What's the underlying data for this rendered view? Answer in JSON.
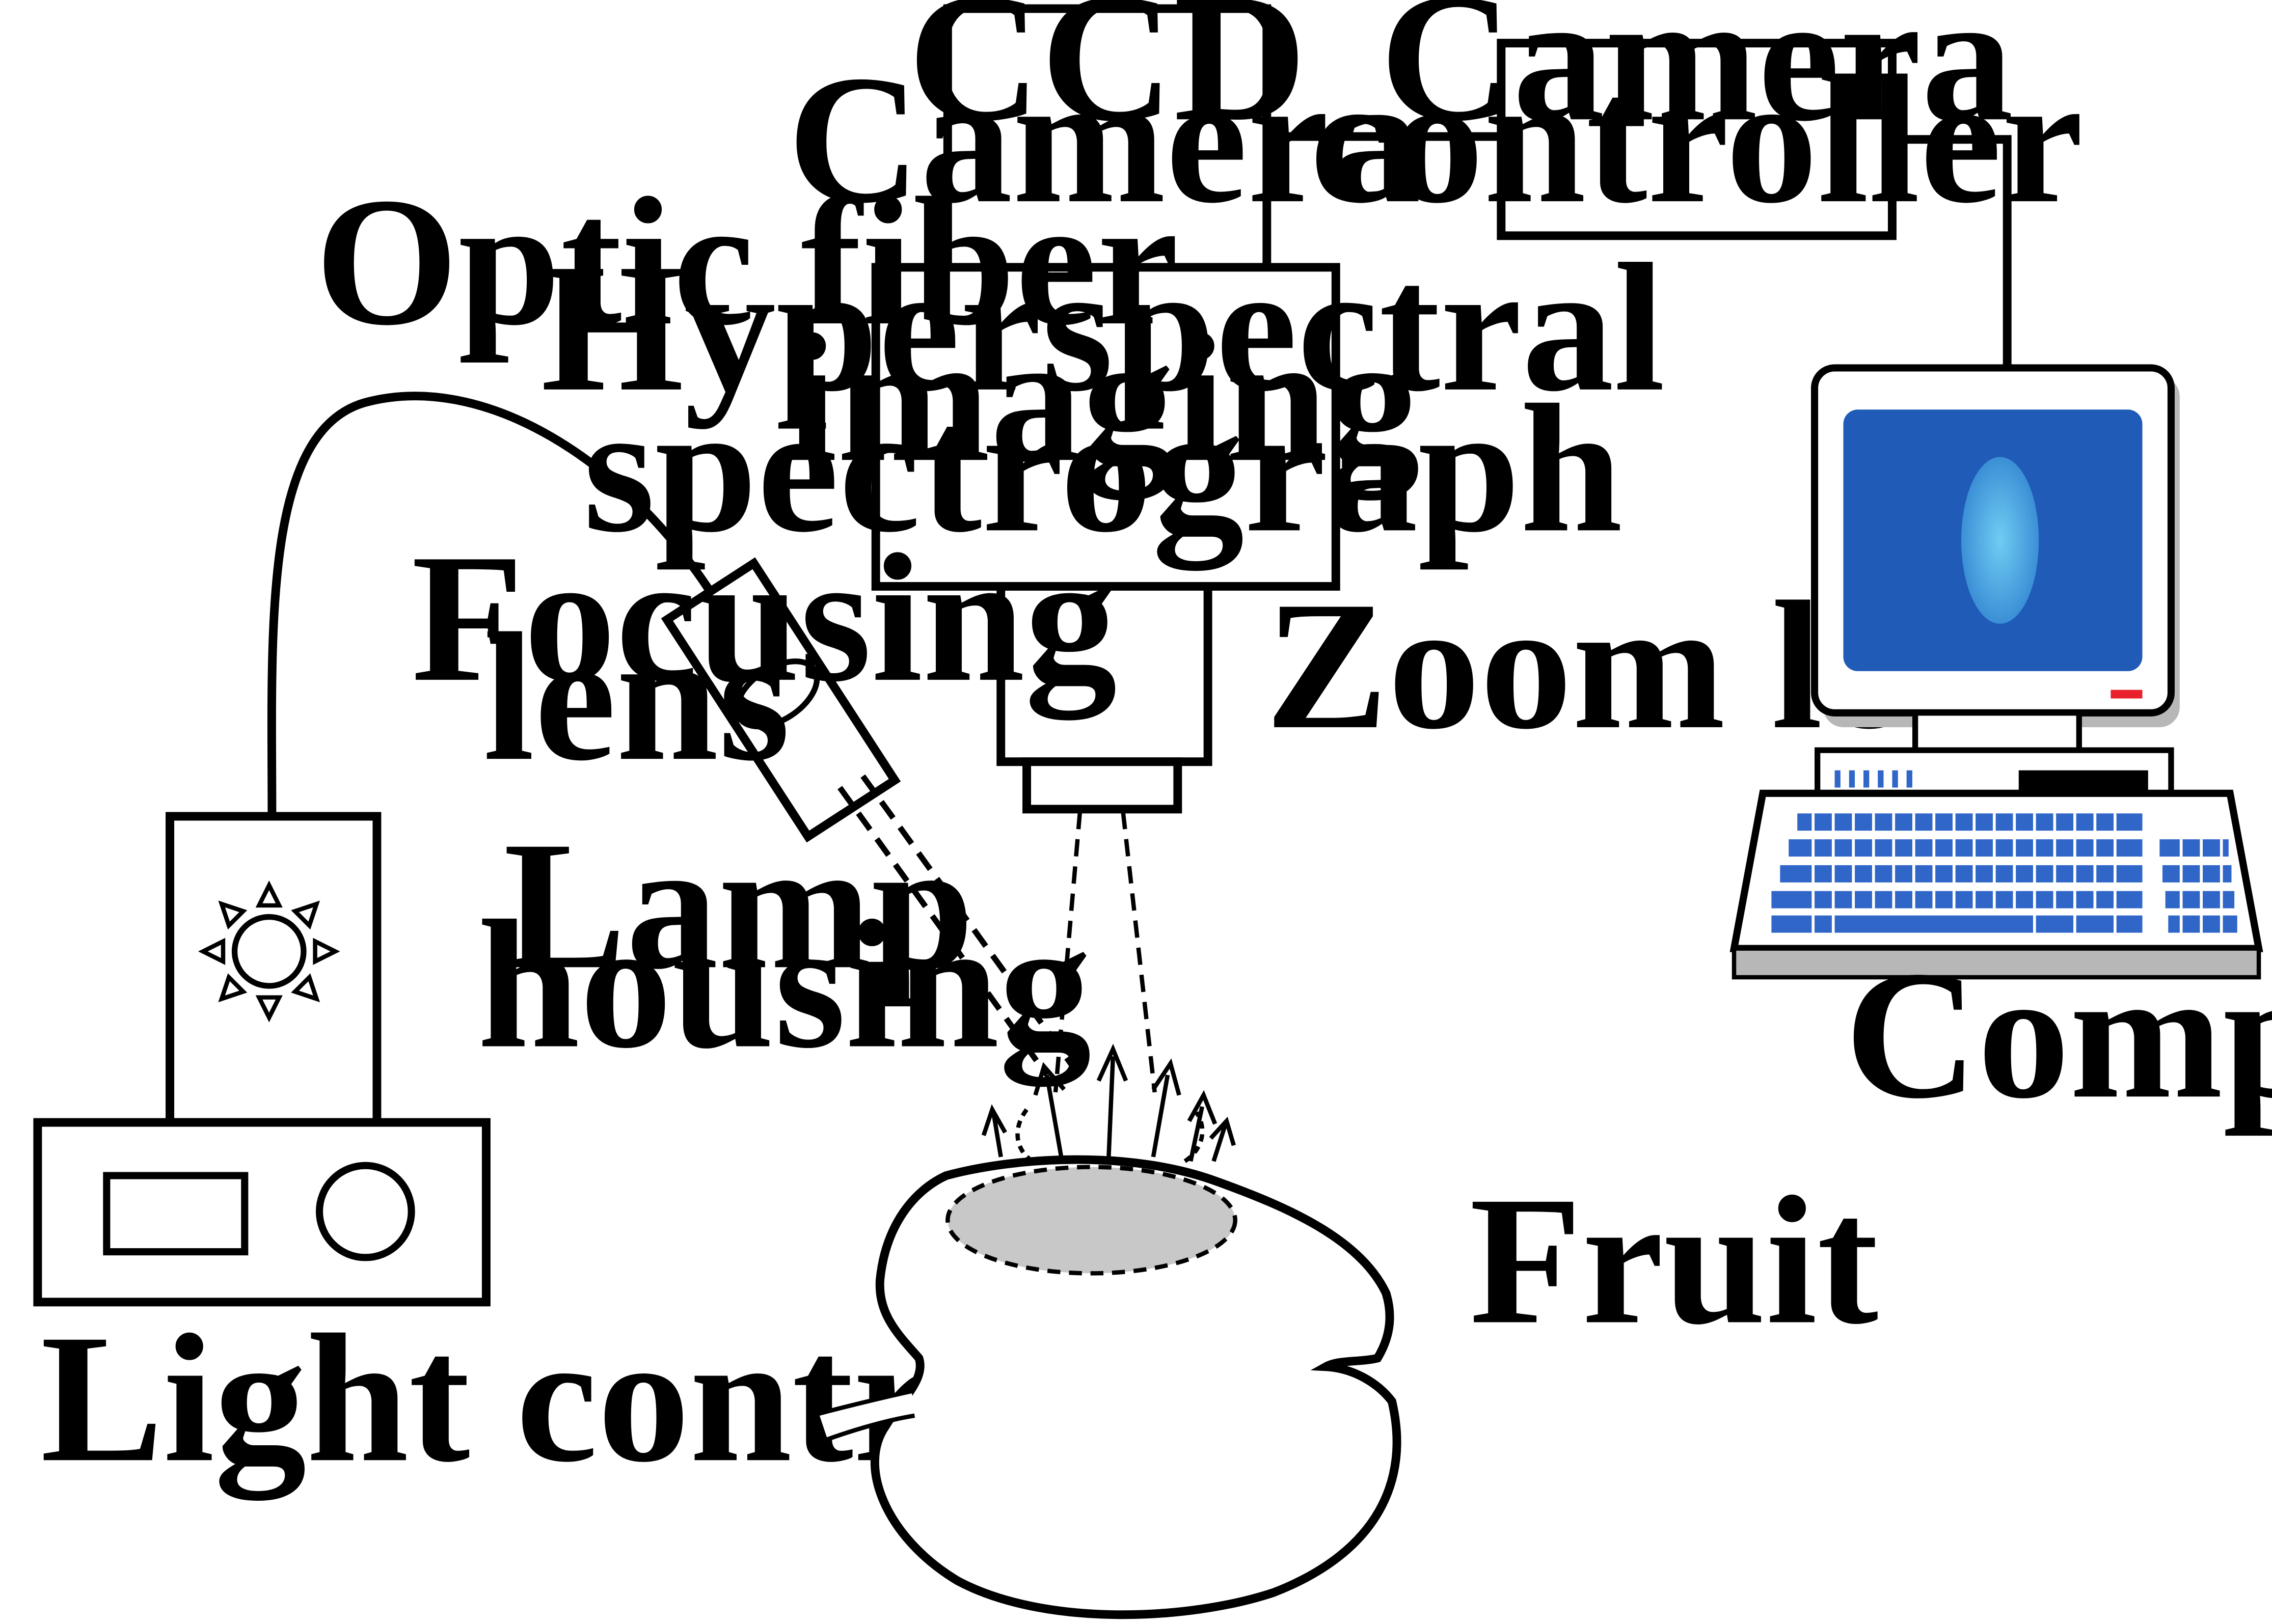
{
  "labels": {
    "ccd_camera": [
      "CCD",
      "Camera"
    ],
    "camera_controller": [
      "Camera",
      "controller"
    ],
    "spectrograph": [
      "Hyperspectral",
      "imaging",
      "spectrograph"
    ],
    "optic_fiber": "Optic fiber",
    "focusing_lens": [
      "Focusing",
      "lens"
    ],
    "zoom_lens": "Zoom lens",
    "lamp_housing": [
      "Lamp",
      "housing"
    ],
    "light_controller": "Light controller",
    "fruit": "Fruit",
    "computer": "Computer"
  },
  "colors": {
    "line": "#000000",
    "screen": "#1f5bb7",
    "screen_spot": "#6fcdf2",
    "monitor_body": "#ffffff",
    "monitor_shadow": "#b7b7b7",
    "keys": "#2f66c8",
    "indicator": "#e8212c",
    "illuminated_spot": "#c8c8c8"
  },
  "icons": [
    "sun-icon",
    "monitor-icon",
    "keyboard-icon",
    "apple-icon"
  ]
}
